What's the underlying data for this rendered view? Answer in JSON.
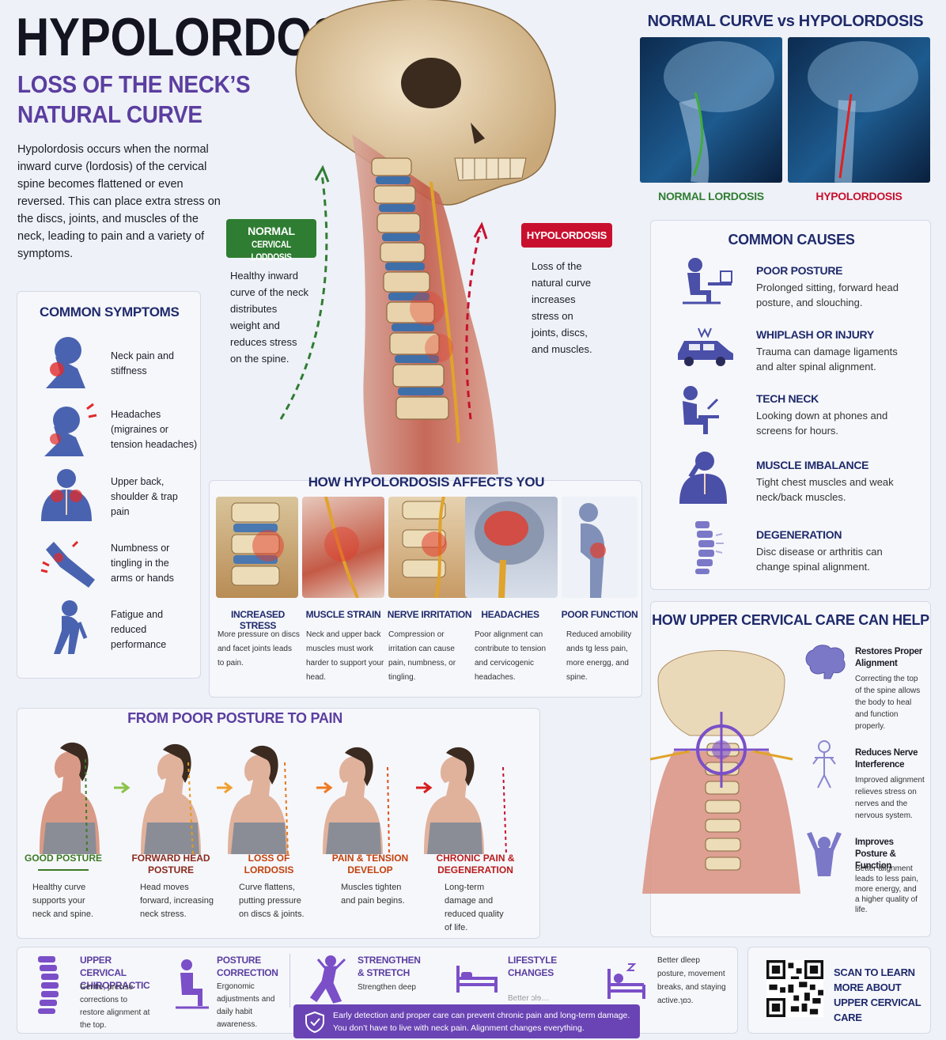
{
  "header": {
    "title": "HYPOLORDOSIS",
    "subtitle_line1": "LOSS OF THE NECK’S",
    "subtitle_line2": "NATURAL CURVE",
    "intro": "Hypolordosis occurs when the normal inward curve (lordosis) of the cervical spine becomes flattened or even reversed. This can place extra stress on the discs, joints, and muscles of the neck, leading to pain and a variety of symptoms."
  },
  "center": {
    "normal_badge_1": "NORMAL",
    "normal_badge_2": "CERVICAL LODDOSIS",
    "normal_text": "Healthy inward curve of the neck distributes weight and reduces stress on the spine.",
    "hypo_badge": "HYPOLORDOSIS",
    "hypo_text": "Loss of the natural curve increases stress on joints, discs, and muscles."
  },
  "compare": {
    "title": "NORMAL CURVE vs HYPOLORDOSIS",
    "left_label": "NORMAL LORDOSIS",
    "right_label": "HYPOLORDOSIS"
  },
  "symptoms": {
    "title": "COMMON SYMPTOMS",
    "items": [
      {
        "icon": "neck-pain-icon",
        "text": "Neck pain and stiffness"
      },
      {
        "icon": "headache-icon",
        "text": "Headaches (migraines or tension headaches)"
      },
      {
        "icon": "upper-back-icon",
        "text": "Upper back, shoulder & trap pain"
      },
      {
        "icon": "numb-arm-icon",
        "text": "Numbness or tingling in the arms or hands"
      },
      {
        "icon": "fatigue-icon",
        "text": "Fatigue and reduced performance"
      }
    ]
  },
  "causes": {
    "title": "COMMON CAUSES",
    "items": [
      {
        "icon": "desk-sitting-icon",
        "title": "POOR POSTURE",
        "text": "Prolonged sitting, forward head posture, and slouching."
      },
      {
        "icon": "car-crash-icon",
        "title": "WHIPLASH OR INJURY",
        "text": "Trauma can damage ligaments and alter spinal alignment."
      },
      {
        "icon": "laptop-icon",
        "title": "TECH NECK",
        "text": "Looking down at phones and screens for hours."
      },
      {
        "icon": "muscle-icon",
        "title": "MUSCLE IMBALANCE",
        "text": "Tight chest muscles and weak neck/back muscles."
      },
      {
        "icon": "spine-icon",
        "title": "DEGENERATION",
        "text": "Disc disease or arthritis can change spinal alignment."
      }
    ]
  },
  "affects": {
    "title": "HOW HYPOLORDOSIS AFFECTS YOU",
    "items": [
      {
        "title": "INCREASED STRESS",
        "text": "More pressure on discs and facet joints leads to pain."
      },
      {
        "title": "MUSCLE STRAIN",
        "text": "Neck and upper back muscles must work harder to support your head."
      },
      {
        "title": "NERVE IRRITATION",
        "text": "Compression or irritation can cause pain, numbness, or tingling."
      },
      {
        "title": "HEADACHES",
        "text": "Poor alignment can contribute to tension and cervicogenic headaches."
      },
      {
        "title": "POOR FUNCTION",
        "text": "Reduced amobility ands tg less pain, more energg, and spine."
      }
    ]
  },
  "posture": {
    "title": "FROM POOR POSTURE TO PAIN",
    "steps": [
      {
        "title": "GOOD POSTURE",
        "text": "Healthy curve supports your neck and spine.",
        "color": "#3d7a25"
      },
      {
        "title": "FORWARD HEAD POSTURE",
        "text": "Head moves forward, increasing neck stress.",
        "color": "#8a2a1c"
      },
      {
        "title": "LOSS OF LORDOSIS",
        "text": "Curve flattens, putting pressure on discs & joints.",
        "color": "#c2410c"
      },
      {
        "title": "PAIN & TENSION DEVELOP",
        "text": "Muscles tighten and pain begins.",
        "color": "#c2410c"
      },
      {
        "title": "CHRONIC PAIN & DEGENERATION",
        "text": "Long-term damage and reduced quality of life.",
        "color": "#b91c1c"
      }
    ]
  },
  "care": {
    "title": "HOW UPPER CERVICAL CARE CAN HELP",
    "items": [
      {
        "icon": "brain-icon",
        "title": "Restores Proper Alignment",
        "text": "Correcting the top of the spine allows the body to heal and function properly."
      },
      {
        "icon": "nervous-system-icon",
        "title": "Reduces Nerve Interference",
        "text": "Improved alignment relieves stress on nerves and the nervous system."
      },
      {
        "icon": "raised-arms-icon",
        "title": "Improves Posture & Function",
        "text": "Better alignment leads to less pain, more energy, and a higher quality of life."
      }
    ]
  },
  "footer": {
    "items": [
      {
        "icon": "chiro-spine-icon",
        "title": "UPPER CERVICAL CHIROPRACTIC",
        "text": "Gentle, precise corrections to restore alignment at the top."
      },
      {
        "icon": "ergonomic-icon",
        "title": "POSTURE CORRECTION",
        "text": "Ergonomic adjustments and daily habit awareness."
      },
      {
        "icon": "stretch-icon",
        "title": "STRENGTHEN & STRETCH",
        "text": "Strengthen deep"
      },
      {
        "icon": "bed-icon",
        "title": "LIFESTYLE CHANGES",
        "text": "Better ↄlɘ…"
      },
      {
        "icon": "sleep-icon",
        "title": "",
        "text": "Better dleep posture, movement breaks, and staying active.ɿɒɔ."
      }
    ],
    "banner_line1": "Early detection and proper care can prevent chronic pain and long-term damage.",
    "banner_line2": "You don’t have to live with neck pain. Alignment changes everything.",
    "qr_text": "SCAN TO LEARN MORE ABOUT UPPER CERVICAL CARE"
  },
  "colors": {
    "navy": "#1f2a6b",
    "purple": "#5b3ea0",
    "green": "#2f7d32",
    "red": "#c8102e"
  }
}
